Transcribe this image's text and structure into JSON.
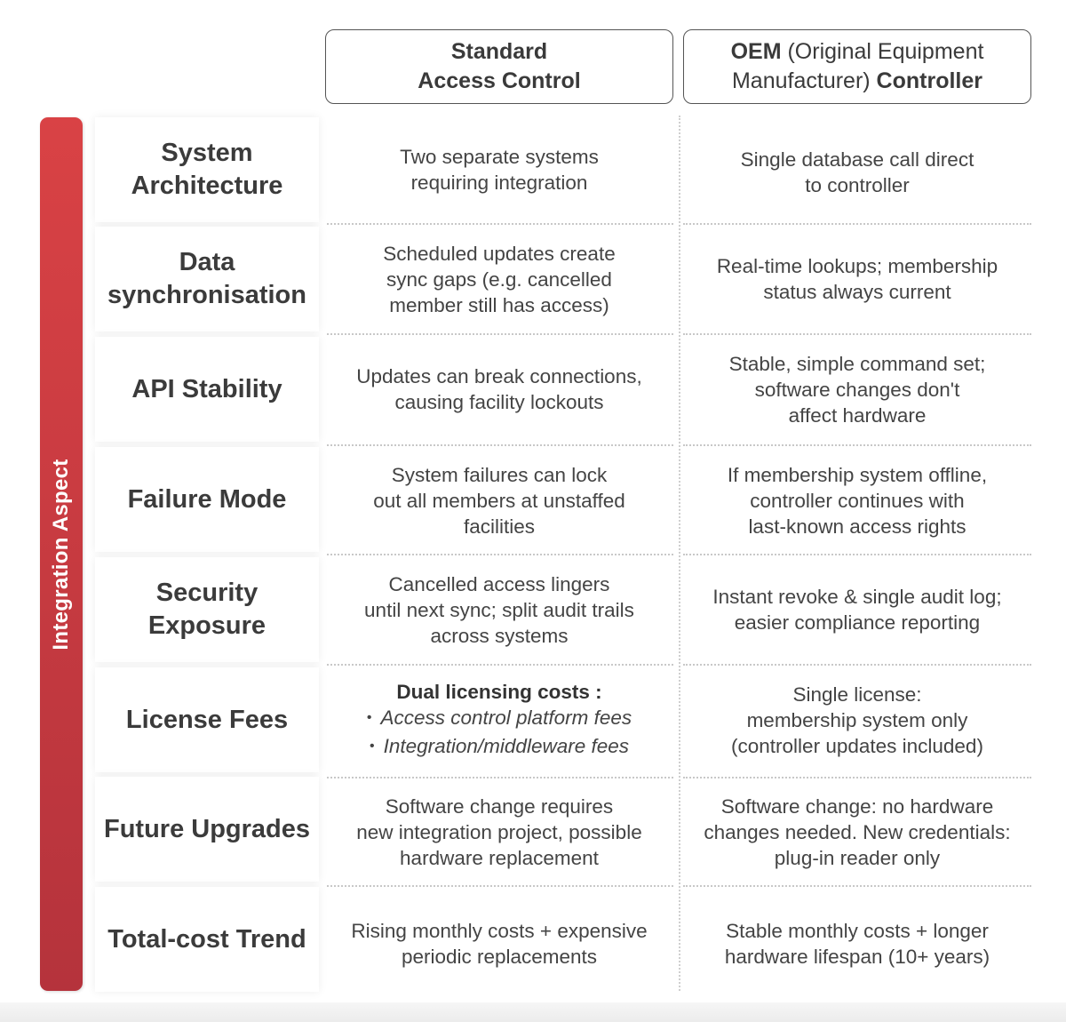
{
  "headers": {
    "standard": {
      "line1": "Standard",
      "line2": "Access Control"
    },
    "oem": {
      "line1_bold": "OEM",
      "line1_rest": " (Original Equipment",
      "line2_rest": "Manufacturer) ",
      "line2_bold": "Controller"
    }
  },
  "side_label": "Integration Aspect",
  "rows": [
    {
      "aspect": "System Architecture",
      "standard": "Two separate systems\nrequiring integration",
      "oem": "Single database call direct\nto controller"
    },
    {
      "aspect": "Data synchronisation",
      "standard": "Scheduled updates create\nsync gaps (e.g. cancelled\nmember still has access)",
      "oem": "Real-time lookups; membership\nstatus always current"
    },
    {
      "aspect": "API Stability",
      "standard": "Updates can break connections,\ncausing facility lockouts",
      "oem": "Stable, simple command set;\nsoftware changes don't\naffect hardware"
    },
    {
      "aspect": "Failure Mode",
      "standard": "System failures can lock\nout all members at unstaffed\nfacilities",
      "oem": "If membership system offline,\ncontroller continues with\nlast-known access rights"
    },
    {
      "aspect": "Security Exposure",
      "standard": "Cancelled access lingers\nuntil next sync; split audit trails\nacross systems",
      "oem": "Instant revoke & single audit log;\neasier compliance reporting"
    },
    {
      "aspect": "License Fees",
      "standard_head": "Dual licensing costs :",
      "standard_bullets": [
        "Access control platform fees",
        "Integration/middleware fees"
      ],
      "oem": "Single license:\nmembership system only\n(controller updates included)"
    },
    {
      "aspect": "Future Upgrades",
      "standard": "Software change requires\nnew integration project, possible\nhardware replacement",
      "oem": "Software change: no hardware\nchanges needed. New credentials:\nplug-in reader only"
    },
    {
      "aspect": "Total-cost Trend",
      "standard": "Rising monthly costs + expensive\nperiodic replacements",
      "oem": "Stable monthly costs + longer\nhardware lifespan (10+ years)"
    }
  ]
}
